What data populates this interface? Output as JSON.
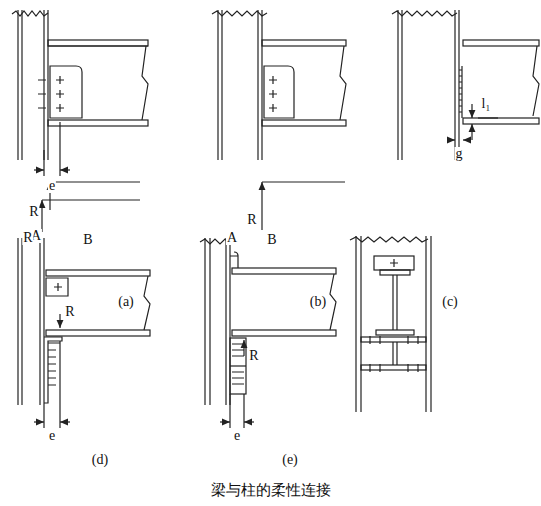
{
  "diagram": {
    "caption": "梁与柱的柔性连接",
    "labels": [
      "A",
      "B",
      "e",
      "R",
      "R",
      "(a)",
      "A",
      "B",
      "R",
      "(b)",
      "l₁",
      "g",
      "(c)",
      "R",
      "e",
      "(d)",
      "R",
      "e",
      "(e)"
    ]
  }
}
